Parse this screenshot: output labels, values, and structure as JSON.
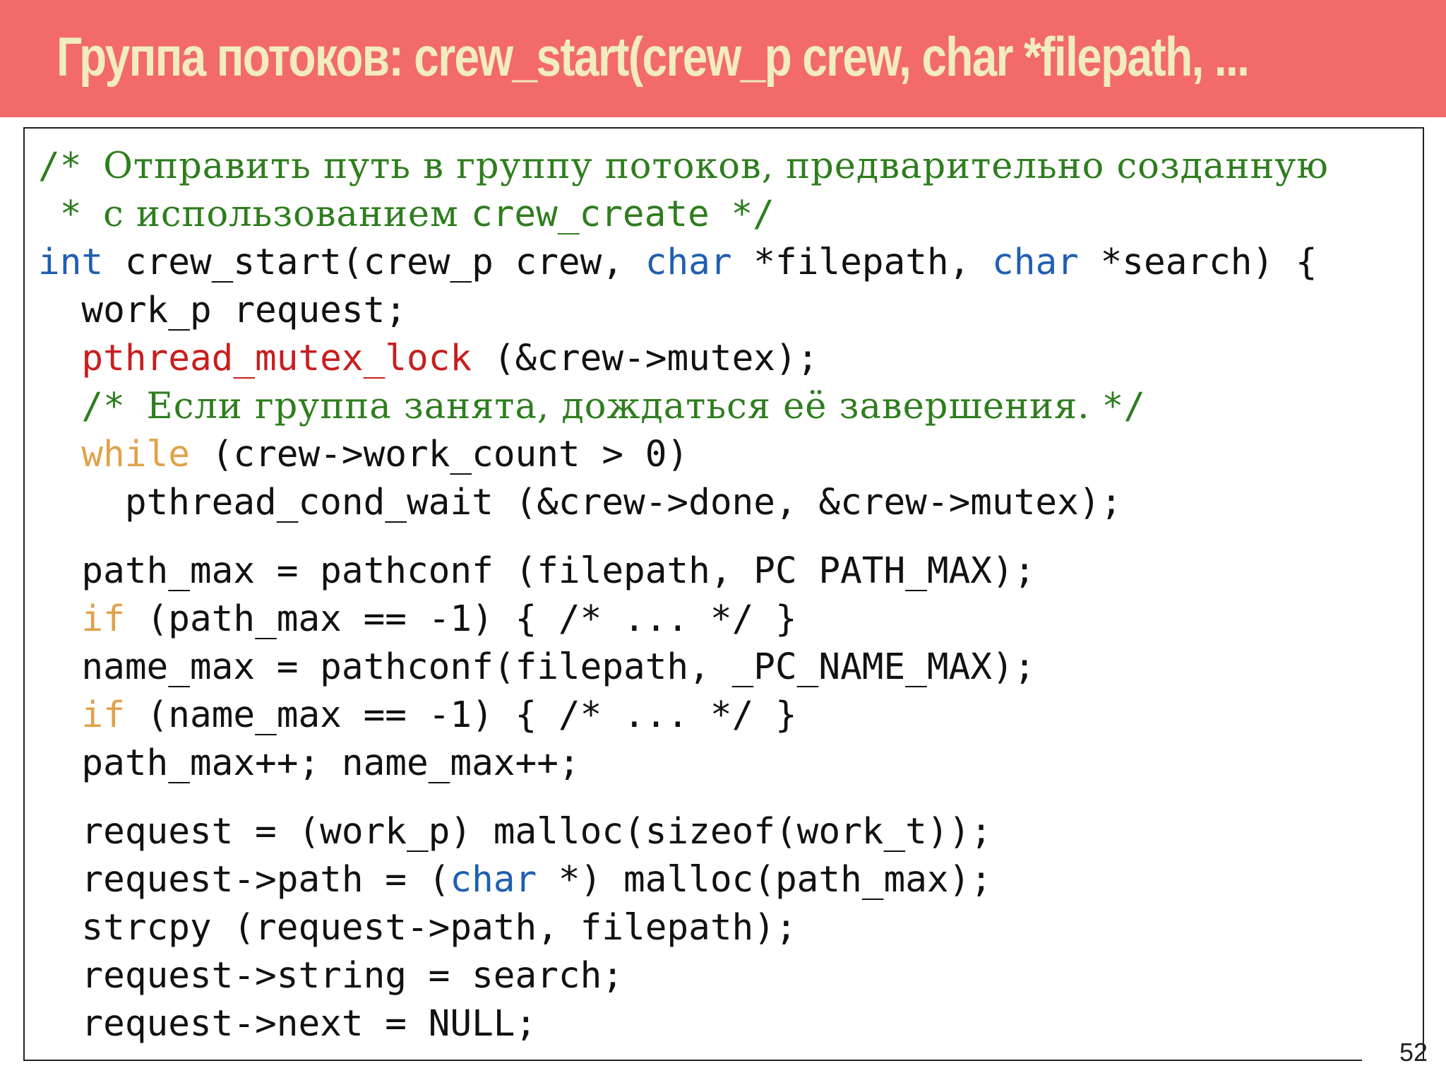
{
  "slide": {
    "title": "Группа потоков: crew_start(crew_p crew, char *filepath, ...",
    "page_number": "52"
  },
  "colors": {
    "title_bar": "#f26b68",
    "title_text": "#f2ecc0",
    "comment": "#2e7d1e",
    "type_keyword": "#1f5fb0",
    "control_keyword": "#e0a24a",
    "lock_function": "#c81e1e"
  },
  "code": {
    "l1": {
      "a": "/* ",
      "b": "Отправить путь в группу потоков, предварительно созданную"
    },
    "l2": {
      "a": " * ",
      "b": "с использованием ",
      "c": "crew_create */"
    },
    "l3": {
      "a": "int",
      "b": " crew_start(crew_p crew, ",
      "c": "char",
      "d": " *filepath, ",
      "e": "char",
      "f": " *search) {"
    },
    "l4": {
      "a": "  work_p request;"
    },
    "l5": {
      "a": "  ",
      "b": "pthread_mutex_lock",
      "c": " (&crew->mutex);"
    },
    "l6": {
      "a": "  ",
      "b": "/* ",
      "c": "Если группа занята, дождаться её завершения. ",
      "d": "*/"
    },
    "l7": {
      "a": "  ",
      "b": "while",
      "c": " (crew->work_count > 0)"
    },
    "l8": {
      "a": "    pthread_cond_wait (&crew->done, &crew->mutex);"
    },
    "l9": {
      "a": "  path_max = pathconf (filepath, PC PATH_MAX);"
    },
    "l10": {
      "a": "  ",
      "b": "if",
      "c": " (path_max == -1) { /* ... */ }"
    },
    "l11": {
      "a": "  name_max = pathconf(filepath, _PC_NAME_MAX);"
    },
    "l12": {
      "a": "  ",
      "b": "if",
      "c": " (name_max == -1) { /* ... */ }"
    },
    "l13": {
      "a": "  path_max++; name_max++;"
    },
    "l14": {
      "a": "  request = (work_p) malloc(sizeof(work_t));"
    },
    "l15": {
      "a": "  request->path = (",
      "b": "char",
      "c": " *) malloc(path_max);"
    },
    "l16": {
      "a": "  strcpy (request->path, filepath);"
    },
    "l17": {
      "a": "  request->string = search;"
    },
    "l18": {
      "a": "  request->next = NULL;"
    }
  }
}
